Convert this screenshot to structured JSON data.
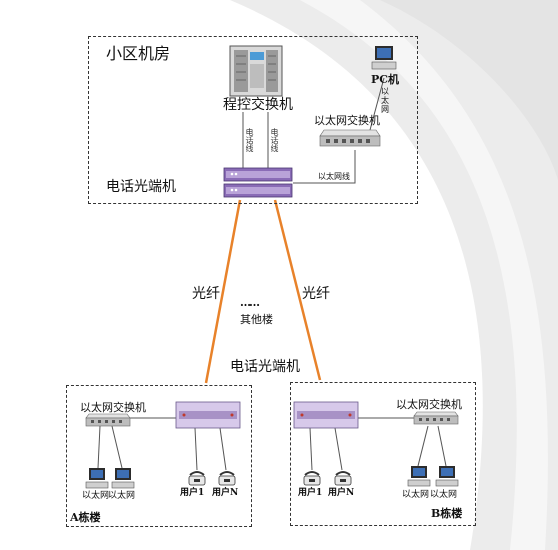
{
  "community_room": {
    "title": "小区机房",
    "pbx_label": "程控交换机",
    "pc_label": "PC机",
    "pc_link_label": "以太网",
    "switch_label": "以太网交换机",
    "terminal_label": "电话光端机",
    "phone_line_1": "电话线",
    "phone_line_2": "电话线",
    "ethernet_line": "以太网线"
  },
  "fiber_label_left": "光纤",
  "fiber_label_right": "光纤",
  "other_buildings": {
    "dots": "……",
    "label": "其他楼"
  },
  "building_terminal_label": "电话光端机",
  "building_a": {
    "title": "A栋楼",
    "switch_label": "以太网交换机",
    "pc1_label": "以太网",
    "pc2_label": "以太网",
    "user1_label": "用户1",
    "userN_label": "用户N"
  },
  "building_b": {
    "title": "B栋楼",
    "switch_label": "以太网交换机",
    "pc1_label": "以太网",
    "pc2_label": "以太网",
    "user1_label": "用户1",
    "userN_label": "用户N"
  },
  "colors": {
    "fiber": "#e8822a",
    "device_purple": "#7a5ca8",
    "device_red": "#c0392b",
    "background_swoosh": "#e8e8e8"
  }
}
